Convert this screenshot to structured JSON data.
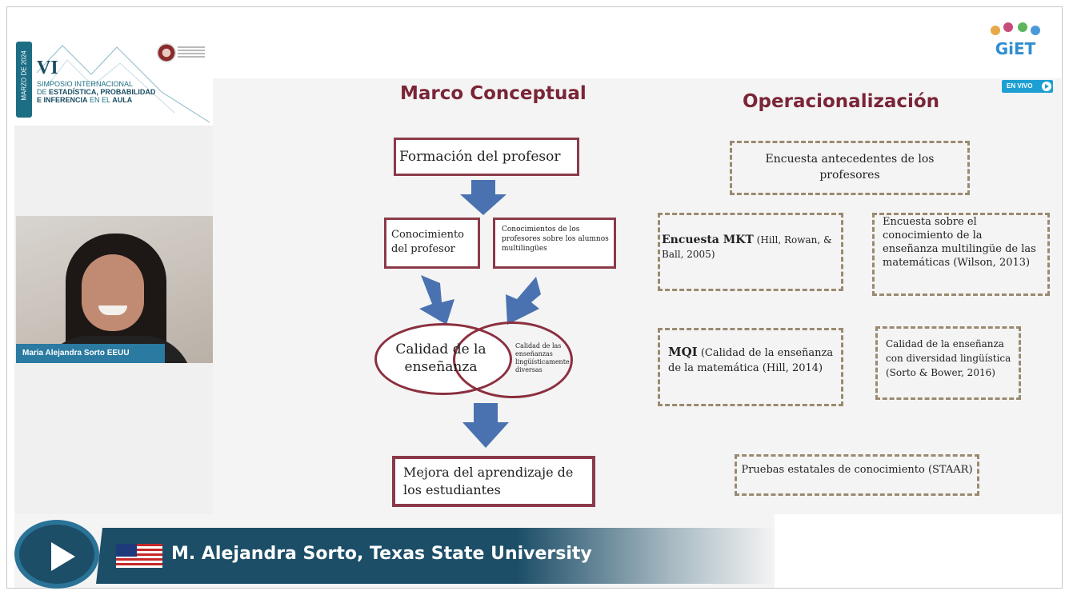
{
  "event_logo": {
    "date_label": "MARZO DE 2024",
    "edition": "VI",
    "line1": "SIMPOSIO INTERNACIONAL",
    "line2_prefix": "DE",
    "line2_bold": "ESTADÍSTICA, PROBABILIDAD",
    "line3_bold": "E INFERENCIA",
    "line3_mid": "EN EL",
    "line3_end": "AULA"
  },
  "video": {
    "speaker_tag": "Maria Alejandra Sorto EEUU"
  },
  "broadcast": {
    "brand_logo": "GiET",
    "live_badge": "EN VIVO"
  },
  "slide": {
    "left_title": "Marco Conceptual",
    "right_title": "Operacionalización",
    "formacion": "Formación del profesor",
    "conocimiento": "Conocimiento del profesor",
    "conocimientos_alumnos": "Conocimientos de los profesores sobre los alumnos multilingües",
    "calidad": "Calidad de la enseñanza",
    "calidad_diversas": "Calidad de las enseñanzas lingüísticamente diversas",
    "mejora": "Mejora del aprendizaje de los estudiantes",
    "encuesta_antecedentes": "Encuesta antecedentes de los profesores",
    "encuesta_mkt_bold": "Encuesta MKT",
    "encuesta_mkt_cite": "(Hill, Rowan, & Ball, 2005)",
    "encuesta_multilingue": "Encuesta sobre el conocimiento de la enseñanza multilingüe de las matemáticas (Wilson, 2013)",
    "mqi_bold": "MQI",
    "mqi_rest": "(Calidad de la enseñanza de la matemática (Hill, 2014)",
    "calidad_diversidad": "Calidad de la enseñanza con diversidad lingüística (Sorto & Bower, 2016)",
    "pruebas": "Pruebas estatales de conocimiento (STAAR)"
  },
  "lower_third": {
    "country_flag": "us-flag",
    "speaker_line": "M. Alejandra Sorto, Texas State University"
  },
  "colors": {
    "title": "#7a2536",
    "box_border": "#8b3a4a",
    "arrow": "#4a72b0",
    "banner": "#1c4e68"
  }
}
